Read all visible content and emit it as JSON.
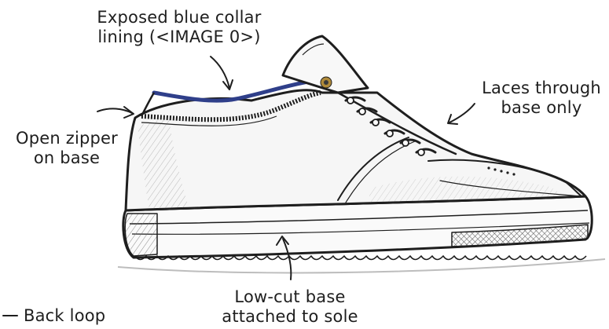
{
  "annotations": {
    "collar": {
      "line1": "Exposed blue collar",
      "line2": "lining (<IMAGE 0>)"
    },
    "laces": {
      "line1": "Laces through",
      "line2": "base only"
    },
    "zipper": {
      "line1": "Open zipper",
      "line2": "on base"
    },
    "base": {
      "line1": "Low-cut base",
      "line2": "attached to sole"
    },
    "loop": {
      "line1": "Back loop"
    }
  },
  "colors": {
    "ink": "#1e1e1e",
    "collar_lining": "#2f3f8a",
    "eyelet": "#b08a3a",
    "paper": "#ffffff"
  }
}
